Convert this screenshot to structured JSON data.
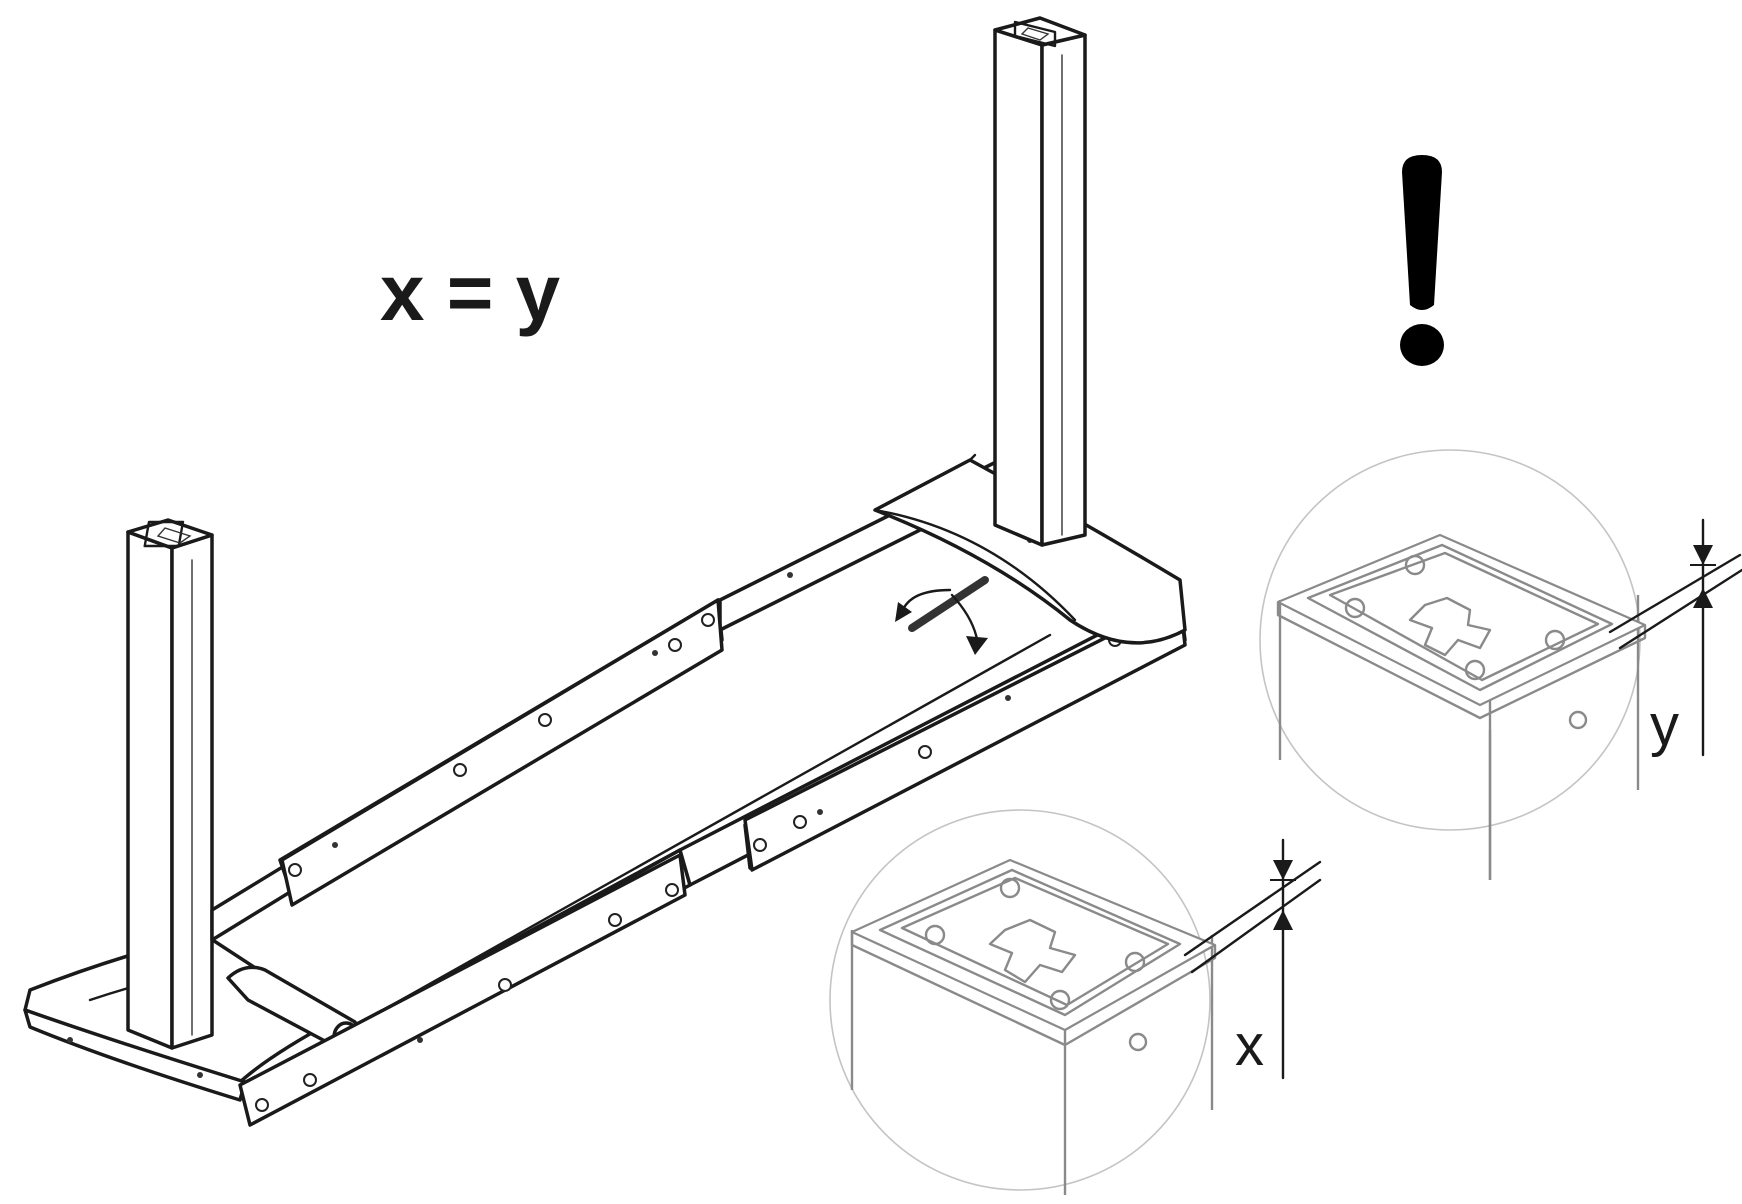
{
  "equation": "x = y",
  "warning_symbol": "!",
  "callouts": {
    "back_leg_label": "y",
    "front_leg_label": "x"
  },
  "icons": {
    "warning": "exclamation-icon",
    "rotate": "rotate-arrows-icon",
    "dimension": "dimension-arrow-icon"
  },
  "colors": {
    "line": "#1a1a1a",
    "detail": "#8a8a8a",
    "background": "#ffffff"
  }
}
